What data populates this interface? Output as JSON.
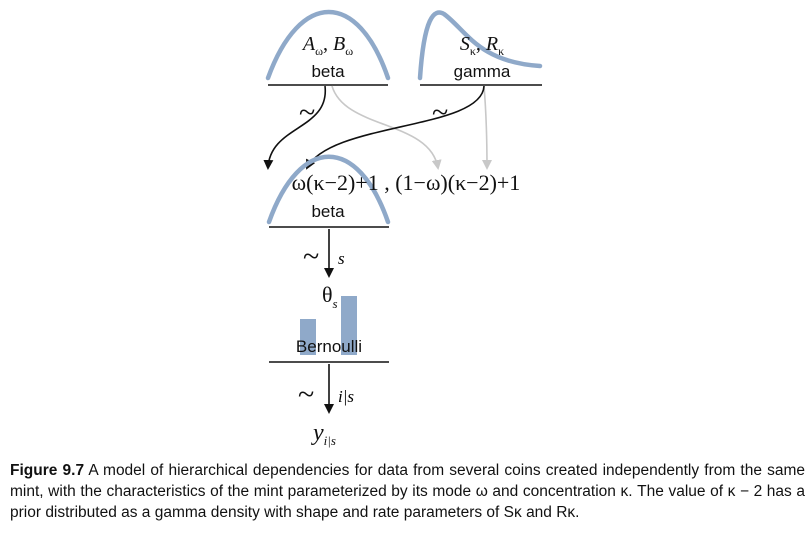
{
  "diagram": {
    "top_left": {
      "params": "Aω , Bω",
      "dist": "beta"
    },
    "top_right": {
      "params": "Sκ , Rκ",
      "dist": "gamma"
    },
    "tilde": "~",
    "middle": {
      "params": "ω(κ−2)+1 , (1−ω)(κ−2)+1",
      "dist": "beta"
    },
    "s_label": "s",
    "theta": "θs",
    "bottom": {
      "dist": "Bernoulli"
    },
    "i_label": "i|s",
    "y": "yi|s",
    "colors": {
      "curve": "#8fa9c9",
      "gray_arrow": "#c8c8c8",
      "ink": "#111111"
    }
  },
  "caption": {
    "figure_label": "Figure 9.7",
    "text": "A model of hierarchical dependencies for data from several coins created independently from the same mint, with the characteristics of the mint parameterized by its mode ω and concentration κ. The value of κ − 2 has a prior distributed as a gamma density with shape and rate parameters of Sκ and Rκ."
  }
}
